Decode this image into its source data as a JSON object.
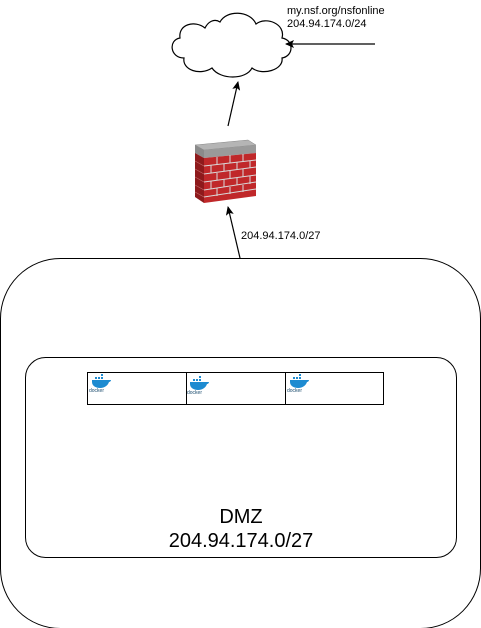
{
  "cloud": {
    "url_label": "my.nsf.org/nsfonline",
    "subnet_label": "204.94.174.0/24"
  },
  "firewall_link": {
    "label": "204.94.174.0/27"
  },
  "dmz": {
    "title": "DMZ",
    "subnet": "204.94.174.0/27"
  },
  "containers": [
    {
      "icon": "docker-icon",
      "label": "docker"
    },
    {
      "icon": "docker-icon",
      "label": "docker"
    },
    {
      "icon": "docker-icon",
      "label": "docker"
    }
  ],
  "colors": {
    "stroke": "#000000",
    "brick": "#c0282a",
    "brick_dark": "#8e1a1c",
    "mortar": "#cfcfcf",
    "wall_top": "#9a9a9a",
    "docker_blue": "#1d8bd1"
  }
}
